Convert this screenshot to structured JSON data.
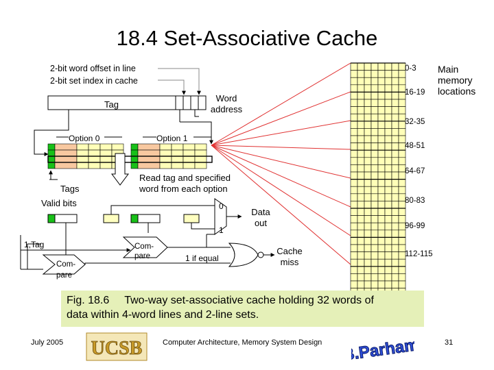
{
  "slide": {
    "title": "18.4  Set-Associative Cache"
  },
  "diagram": {
    "offset_label": "2-bit word offset in line",
    "index_label": "2-bit set index in cache",
    "tag_field": "Tag",
    "word_address_1": "Word",
    "word_address_2": "address",
    "option0": "Option 0",
    "option1": "Option 1",
    "tags": "Tags",
    "valid_bits": "Valid bits",
    "read_tag_1": "Read tag and specified",
    "read_tag_2": "word from each option",
    "mux0": "0",
    "mux1": "1",
    "data_out_1": "Data",
    "data_out_2": "out",
    "one_tag": "1,Tag",
    "compare_a_1": "Com-",
    "compare_a_2": "pare",
    "compare_b_1": "Com-",
    "compare_b_2": "pare",
    "one_if_equal": "1 if equal",
    "cache_miss_1": "Cache",
    "cache_miss_2": "miss",
    "main_memory_1": "Main",
    "main_memory_2": "memory",
    "main_memory_3": "locations",
    "addresses": [
      "0-3",
      "16-19",
      "32-35",
      "48-51",
      "64-67",
      "80-83",
      "96-99",
      "112-115"
    ]
  },
  "caption": {
    "line1": "Fig. 18.6     Two-way set-associative cache holding 32 words of",
    "line2": "data within 4-word lines and 2-line sets."
  },
  "footer": {
    "date": "July 2005",
    "logo_text": "UCSB",
    "title": "Computer Architecture, Memory System Design",
    "author_logo": "B.Parhami",
    "page": "31"
  },
  "colors": {
    "green": "#18c018",
    "salmon": "#f8c8a0",
    "yellow_cell": "#ffffb8",
    "pale_yellow": "#ffffc0",
    "red_line": "#e03030",
    "caption_bg": "#e5f0b8",
    "logo_gold": "#c89a28"
  }
}
